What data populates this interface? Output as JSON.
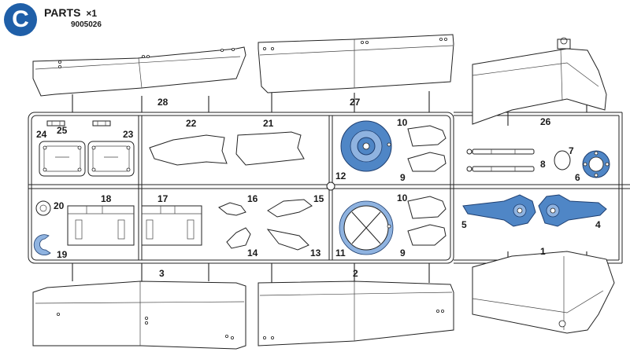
{
  "header": {
    "letter": "C",
    "title": "PARTS",
    "quantity": "×1",
    "part_code": "9005026"
  },
  "parts": {
    "p1": "1",
    "p2": "2",
    "p3": "3",
    "p4": "4",
    "p5": "5",
    "p6": "6",
    "p7": "7",
    "p8": "8",
    "p9a": "9",
    "p9b": "9",
    "p10a": "10",
    "p10b": "10",
    "p11": "11",
    "p12": "12",
    "p13": "13",
    "p14": "14",
    "p15": "15",
    "p16": "16",
    "p17": "17",
    "p18": "18",
    "p19": "19",
    "p20": "20",
    "p21": "21",
    "p22": "22",
    "p23": "23",
    "p24": "24",
    "p25": "25",
    "p26": "26",
    "p27": "27",
    "p28": "28"
  },
  "colors": {
    "badge": "#1f5fa8",
    "blue_part": "#4f86c6",
    "outline": "#222222"
  }
}
